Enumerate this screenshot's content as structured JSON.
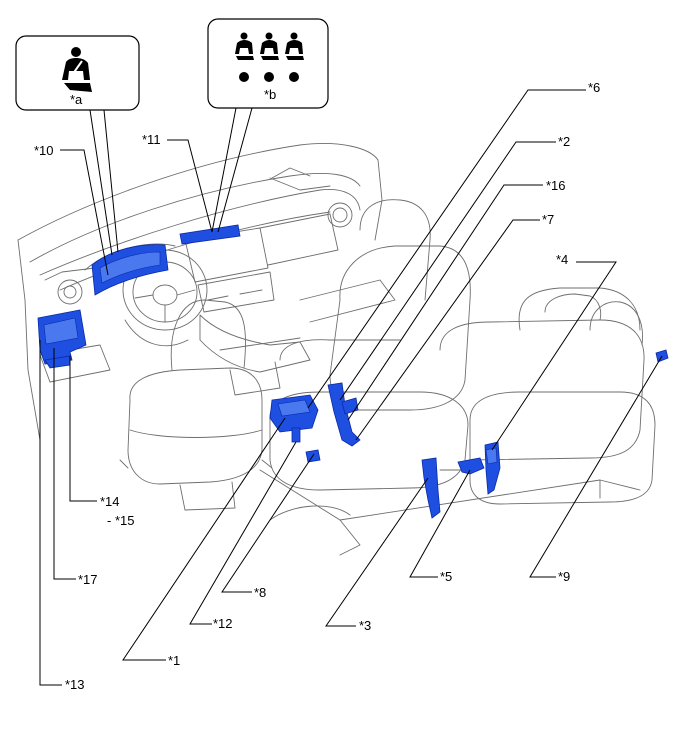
{
  "callouts": {
    "c1": "*1",
    "c2": "*2",
    "c3": "*3",
    "c4": "*4",
    "c5": "*5",
    "c6": "*6",
    "c7": "*7",
    "c8": "*8",
    "c9": "*9",
    "c10": "*10",
    "c11": "*11",
    "c12": "*12",
    "c13": "*13",
    "c14": "*14",
    "c15": "- *15",
    "c16": "*16",
    "c17": "*17"
  },
  "bubbles": {
    "a": {
      "label": "*a",
      "icon": "seatbelt-warning-icon"
    },
    "b": {
      "label": "*b",
      "icon": "passenger-seatbelt-indicators-icon"
    }
  },
  "colors": {
    "highlight_part": "#1e4fe0",
    "outline": "#6e6e6e",
    "leader": "#000000"
  }
}
